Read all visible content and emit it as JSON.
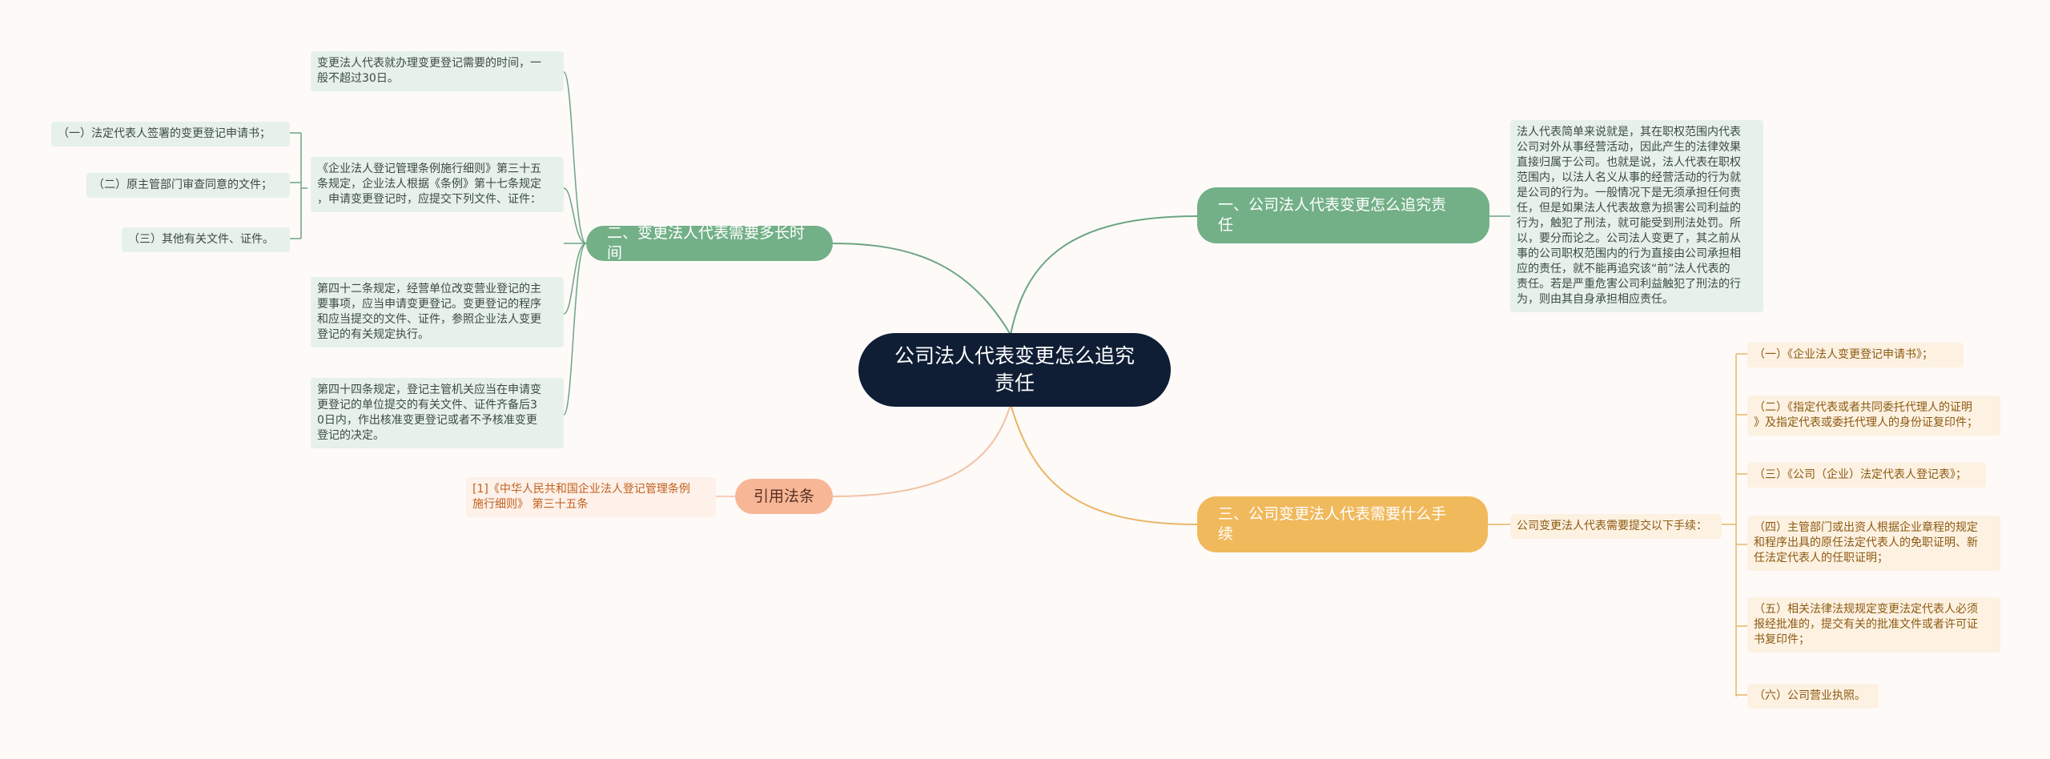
{
  "root": {
    "title": "公司法人代表变更怎么追究责任"
  },
  "branches": {
    "duration": {
      "label": "二、变更法人代表需要多长时间",
      "leaf1": [
        "变更法人代表就办理变更登记需要的时间，一",
        "般不超过30日。"
      ],
      "leaf2": [
        "《企业法人登记管理条例施行细则》第三十五",
        "条规定，企业法人根据《条例》第十七条规定",
        "，申请变更登记时，应提交下列文件、证件："
      ],
      "leaf2_items": [
        "（一）法定代表人签署的变更登记申请书；",
        "（二）原主管部门审查同意的文件；",
        "（三）其他有关文件、证件。"
      ],
      "leaf3": [
        "第四十二条规定，经营单位改变营业登记的主",
        "要事项，应当申请变更登记。变更登记的程序",
        "和应当提交的文件、证件，参照企业法人变更",
        "登记的有关规定执行。"
      ],
      "leaf4": [
        "第四十四条规定，登记主管机关应当在申请变",
        "更登记的单位提交的有关文件、证件齐备后3",
        "0日内，作出核准变更登记或者不予核准变更",
        "登记的决定。"
      ]
    },
    "reference": {
      "label": "引用法条",
      "leaf": [
        "[1]《中华人民共和国企业法人登记管理条例",
        "施行细则》 第三十五条"
      ]
    },
    "liability": {
      "label": [
        "一、公司法人代表变更怎么追究责",
        "任"
      ],
      "leaf": [
        "法人代表简单来说就是，其在职权范围内代表",
        "公司对外从事经营活动，因此产生的法律效果",
        "直接归属于公司。也就是说，法人代表在职权",
        "范围内，以法人名义从事的经营活动的行为就",
        "是公司的行为。一般情况下是无须承担任何责",
        "任，但是如果法人代表故意为损害公司利益的",
        "行为，触犯了刑法，就可能受到刑法处罚。所",
        "以，要分而论之。公司法人变更了，其之前从",
        "事的公司职权范围内的行为直接由公司承担相",
        "应的责任，就不能再追究该“前”法人代表的",
        "责任。若是严重危害公司利益触犯了刑法的行",
        "为，则由其自身承担相应责任。"
      ]
    },
    "procedure": {
      "label": [
        "三、公司变更法人代表需要什么手",
        "续"
      ],
      "intro": "公司变更法人代表需要提交以下手续：",
      "items": [
        [
          "（一）《企业法人变更登记申请书》；"
        ],
        [
          "（二）《指定代表或者共同委托代理人的证明",
          "》及指定代表或委托代理人的身份证复印件；"
        ],
        [
          "（三）《公司（企业）法定代表人登记表》；"
        ],
        [
          "（四）主管部门或出资人根据企业章程的规定",
          "和程序出具的原任法定代表人的免职证明、新",
          "任法定代表人的任职证明；"
        ],
        [
          "（五）相关法律法规规定变更法定代表人必须",
          "报经批准的，提交有关的批准文件或者许可证",
          "书复印件；"
        ],
        [
          "（六）公司营业执照。"
        ]
      ]
    }
  },
  "colors": {
    "background": "#fdfaf8",
    "root": "#0f1e35",
    "green_branch": "#73b088",
    "green_leaf": "#e6f1ea",
    "ref_branch": "#f7b797",
    "ref_leaf": "#fdf1e9",
    "gold_branch": "#f0b95c",
    "gold_leaf": "#fdf1e2"
  }
}
